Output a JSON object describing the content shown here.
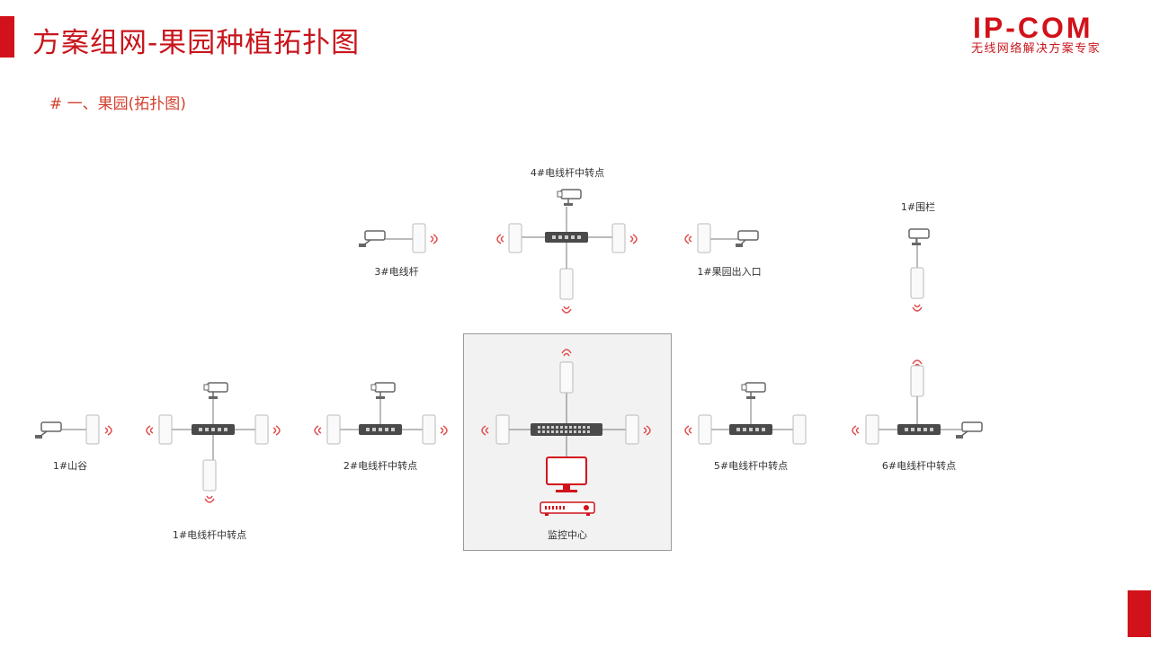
{
  "header": {
    "title": "方案组网-果园种植拓扑图",
    "brand": "IP-COM",
    "tagline": "无线网络解决方案专家",
    "accent": "#d1121b"
  },
  "section_heading": "# 一、果园(拓扑图)",
  "nodes": {
    "valley": "1#山谷",
    "pole1": "1#电线杆中转点",
    "pole2": "2#电线杆中转点",
    "pole3": "3#电线杆",
    "pole4": "4#电线杆中转点",
    "entrance": "1#果园出入口",
    "fence": "1#围栏",
    "pole5": "5#电线杆中转点",
    "pole6": "6#电线杆中转点",
    "center": "监控中心"
  }
}
